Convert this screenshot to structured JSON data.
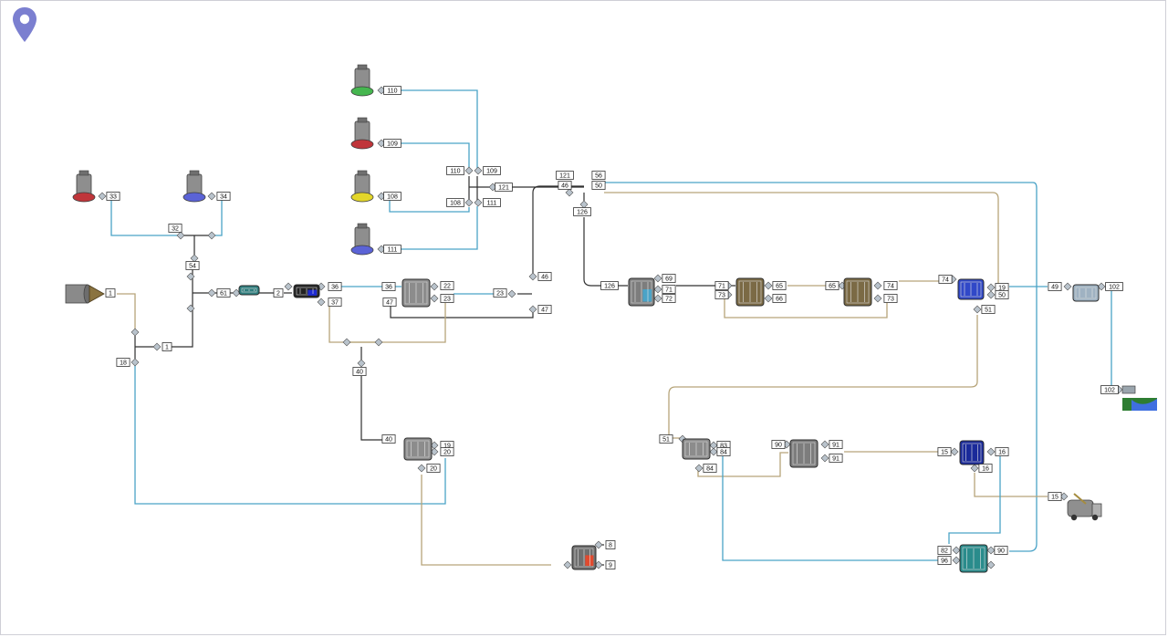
{
  "colors": {
    "pin": "#7b7fd0",
    "water_line": "#4aa3c7",
    "sludge_line": "#b7a57a",
    "gas_line": "#303030"
  },
  "icons": {
    "pin": "map-pin-icon",
    "tank": "chemical-tank-icon",
    "influent": "influent-pipe-icon",
    "process": "process-unit-icon",
    "discharge": "river-outfall-icon",
    "truck": "truck-icon"
  },
  "tanks": [
    {
      "name": "tank-33",
      "color": "#c0353a"
    },
    {
      "name": "tank-34",
      "color": "#5b63d6"
    },
    {
      "name": "tank-110",
      "color": "#45b64f"
    },
    {
      "name": "tank-109",
      "color": "#c0353a"
    },
    {
      "name": "tank-108",
      "color": "#e3d62a"
    },
    {
      "name": "tank-111",
      "color": "#5b63d6"
    }
  ],
  "stream_labels": [
    "33",
    "34",
    "110",
    "109",
    "108",
    "111",
    "110",
    "109",
    "108",
    "111",
    "121",
    "121",
    "46",
    "56",
    "50",
    "126",
    "126",
    "32",
    "54",
    "1",
    "1",
    "18",
    "61",
    "2",
    "36",
    "36",
    "37",
    "22",
    "23",
    "47",
    "23",
    "46",
    "47",
    "69",
    "71",
    "72",
    "71",
    "73",
    "65",
    "66",
    "65",
    "74",
    "73",
    "74",
    "19",
    "50",
    "51",
    "49",
    "102",
    "102",
    "40",
    "40",
    "19",
    "20",
    "20",
    "8",
    "9",
    "51",
    "83",
    "84",
    "84",
    "90",
    "91",
    "91",
    "15",
    "16",
    "16",
    "15",
    "82",
    "96",
    "90"
  ]
}
